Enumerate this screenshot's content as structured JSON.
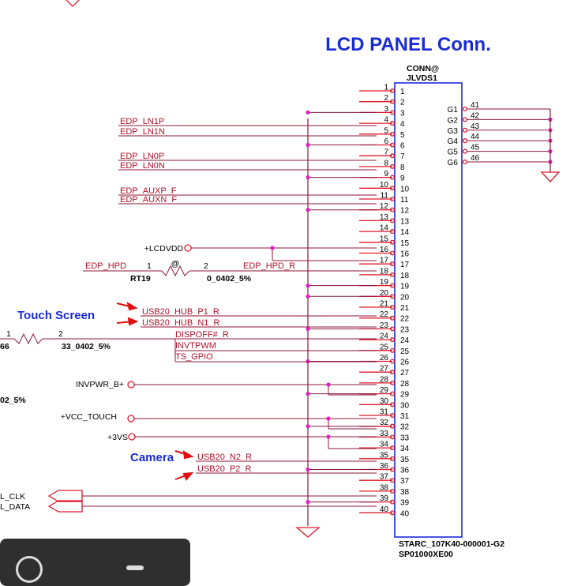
{
  "title": "LCD PANEL Conn.",
  "connector": {
    "ref_top": "CONN@",
    "ref_name": "JLVDS1",
    "part_label": "STARC_107K40-000001-G2",
    "part_number": "SP01000XE00"
  },
  "pin_numbers": [
    "1",
    "2",
    "3",
    "4",
    "5",
    "6",
    "7",
    "8",
    "9",
    "10",
    "11",
    "12",
    "13",
    "14",
    "15",
    "16",
    "17",
    "18",
    "19",
    "20",
    "21",
    "22",
    "23",
    "24",
    "25",
    "26",
    "27",
    "28",
    "29",
    "30",
    "31",
    "32",
    "33",
    "34",
    "35",
    "36",
    "37",
    "38",
    "39",
    "40"
  ],
  "g_pins": [
    {
      "name": "G1",
      "num": "41"
    },
    {
      "name": "G2",
      "num": "42"
    },
    {
      "name": "G3",
      "num": "43"
    },
    {
      "name": "G4",
      "num": "44"
    },
    {
      "name": "G5",
      "num": "45"
    },
    {
      "name": "G6",
      "num": "46"
    }
  ],
  "nets": {
    "edp_ln1p": "EDP_LN1P",
    "edp_ln1n": "EDP_LN1N",
    "edp_ln0p": "EDP_LN0P",
    "edp_ln0n": "EDP_LN0N",
    "edp_auxp": "EDP_AUXP_F",
    "edp_auxn": "EDP_AUXN_F",
    "lcdvdd": "+LCDVDD",
    "edp_hpd": "EDP_HPD",
    "edp_hpd_r": "EDP_HPD_R",
    "usb_hub_p1": "USB20_HUB_P1_R",
    "usb_hub_n1": "USB20_HUB_N1_R",
    "dispoff": "DISPOFF#_R",
    "invtpwm": "INVTPWM",
    "ts_gpio": "TS_GPIO",
    "invpwr": "INVPWR_B+",
    "vcc_touch": "+VCC_TOUCH",
    "plus3vs": "+3VS",
    "usb_n2": "USB20_N2_R",
    "usb_p2": "USB20_P2_R",
    "l_clk": "L_CLK",
    "l_data": "L_DATA"
  },
  "resistors": {
    "rt19_ref": "RT19",
    "rt19_pin1": "1",
    "rt19_pin2": "2",
    "rt19_value": "0_0402_5%",
    "rt19_mark": "@",
    "r2_pin1": "1",
    "r2_pin2": "2",
    "r2_value": "33_0402_5%",
    "r2_partial_ref": "66",
    "r3_partial_value": "02_5%"
  },
  "annotations": {
    "touch_screen": "Touch Screen",
    "camera": "Camera"
  },
  "colors": {
    "wire": "#8c1a3a",
    "net_label": "#b0102a",
    "pin_stub": "#e0182a",
    "connector_box": "#1a2bd6",
    "heading": "#1a2bd6",
    "junction": "#e020c0",
    "arrow": "#e01010"
  }
}
